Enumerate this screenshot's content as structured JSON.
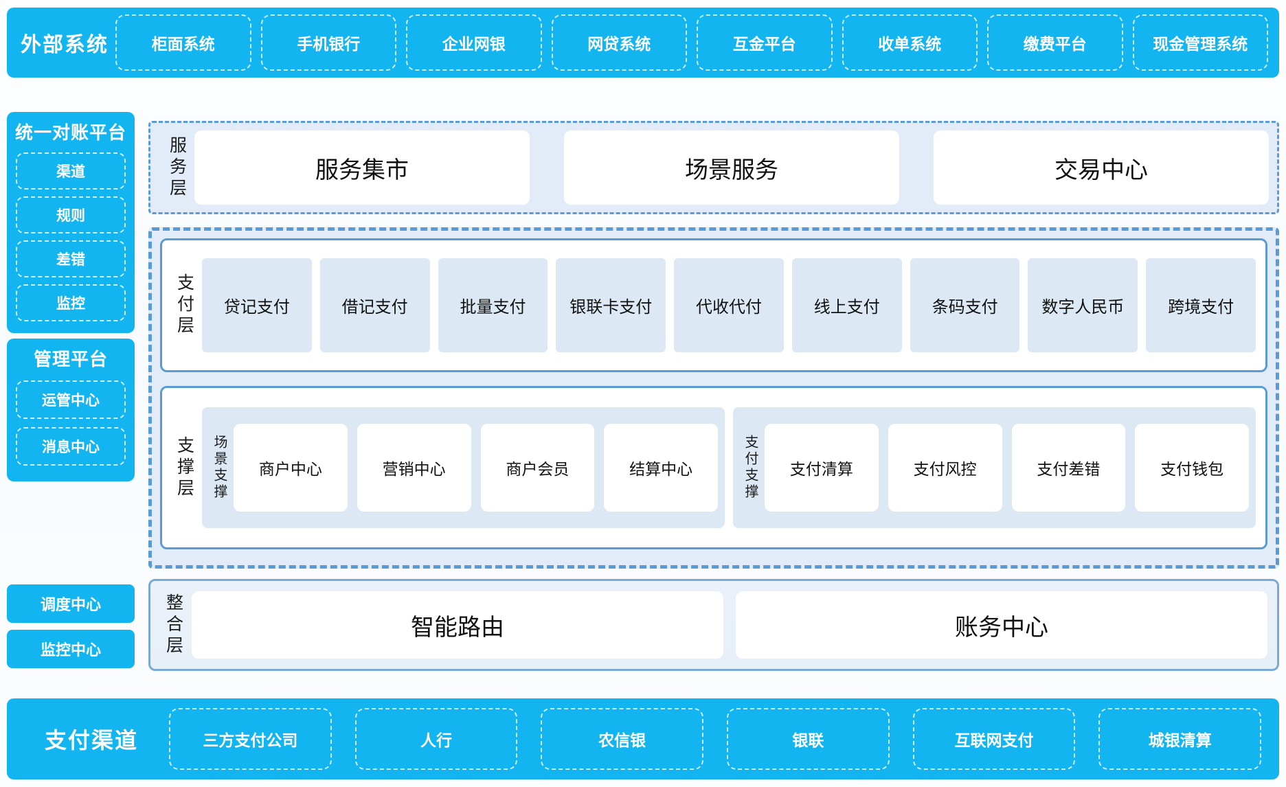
{
  "external_systems": {
    "title": "外部系统",
    "items": [
      "柜面系统",
      "手机银行",
      "企业网银",
      "网贷系统",
      "互金平台",
      "收单系统",
      "缴费平台",
      "现金管理系统"
    ]
  },
  "sidebar": {
    "reconciliation": {
      "title": "统一对账平台",
      "items": [
        "渠道",
        "规则",
        "差错",
        "监控"
      ]
    },
    "management": {
      "title": "管理平台",
      "items": [
        "运管中心",
        "消息中心"
      ]
    },
    "standalone": [
      "调度中心",
      "监控中心"
    ]
  },
  "service_layer": {
    "label": "服务层",
    "items": [
      "服务集市",
      "场景服务",
      "交易中心"
    ]
  },
  "payment_layer": {
    "label": "支付层",
    "items": [
      "贷记支付",
      "借记支付",
      "批量支付",
      "银联卡支付",
      "代收代付",
      "线上支付",
      "条码支付",
      "数字人民币",
      "跨境支付"
    ]
  },
  "support_layer": {
    "label": "支撑层",
    "groups": [
      {
        "label": "场景支撑",
        "items": [
          "商户中心",
          "营销中心",
          "商户会员",
          "结算中心"
        ]
      },
      {
        "label": "支付支撑",
        "items": [
          "支付清算",
          "支付风控",
          "支付差错",
          "支付钱包"
        ]
      }
    ]
  },
  "integration_layer": {
    "label": "整合层",
    "items": [
      "智能路由",
      "账务中心"
    ]
  },
  "payment_channels": {
    "title": "支付渠道",
    "items": [
      "三方支付公司",
      "人行",
      "农信银",
      "银联",
      "互联网支付",
      "城银清算"
    ]
  },
  "colors": {
    "brand_blue": "#13b5f0",
    "border_blue": "#5b9bd5",
    "tile_blue": "#dde8f5",
    "dash_fill": "#e2ecf8",
    "page_bg": "#fbfdff"
  }
}
